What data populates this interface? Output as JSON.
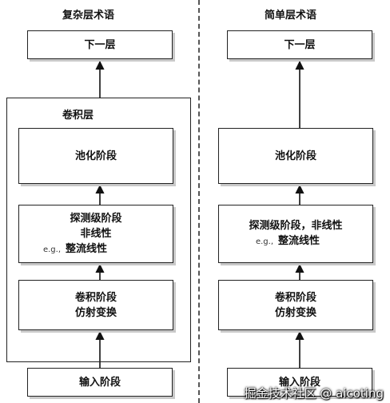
{
  "complex": {
    "title": "复杂层术语",
    "next_layer": "下一层",
    "conv_layer_label": "卷积层",
    "pooling": "池化阶段",
    "detector_line1": "探测级阶段",
    "detector_line2": "非线性",
    "detector_eg": "e.g.,",
    "detector_line3": "整流线性",
    "conv_line1": "卷积阶段",
    "conv_line2": "仿射变换",
    "input": "输入阶段"
  },
  "simple": {
    "title": "简单层术语",
    "next_layer": "下一层",
    "pooling": "池化阶段",
    "detector_line1": "探测级阶段，非线性",
    "detector_eg": "e.g.,",
    "detector_line2": "整流线性",
    "conv_line1": "卷积阶段",
    "conv_line2": "仿射变换",
    "input": "输入阶段"
  },
  "watermark": "掘金技术社区 @ aicoting"
}
